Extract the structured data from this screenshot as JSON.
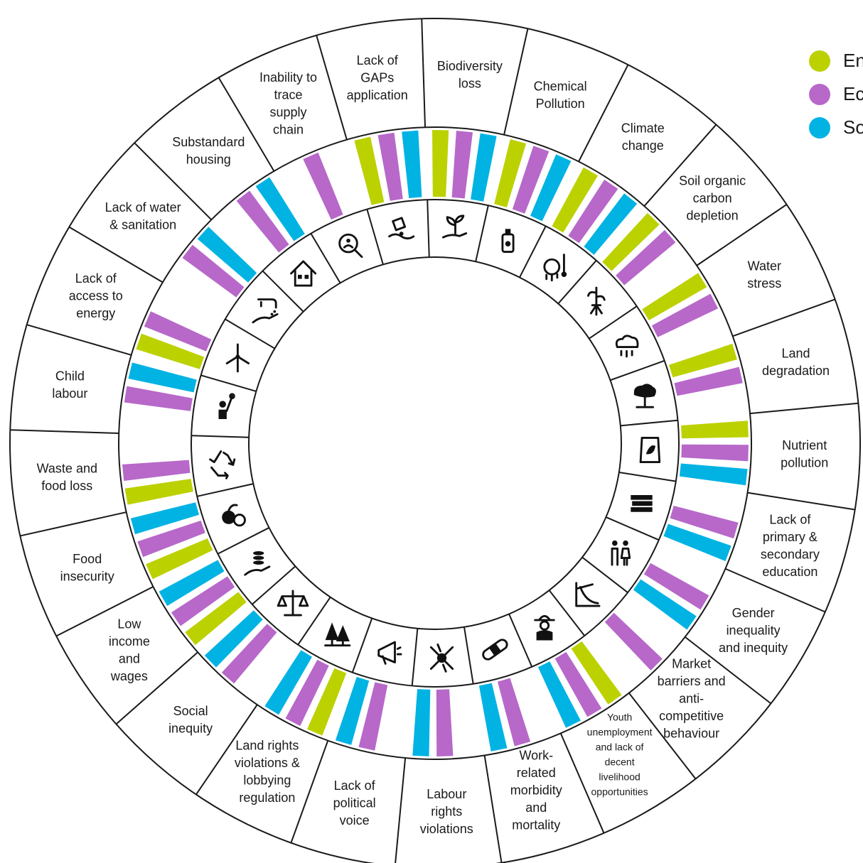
{
  "legend": [
    {
      "label": "En",
      "color": "#bcd100"
    },
    {
      "label": "Ec",
      "color": "#b768c9"
    },
    {
      "label": "So",
      "color": "#00b3e3"
    }
  ],
  "segments": [
    {
      "lines": [
        "Lack of",
        "GAPs",
        "application"
      ],
      "icon": "soil-sampling-icon",
      "bars": [
        "en",
        "ec",
        "so"
      ]
    },
    {
      "lines": [
        "Biodiversity",
        "loss"
      ],
      "icon": "sprout-in-hand-icon",
      "bars": [
        "en",
        "ec",
        "so"
      ]
    },
    {
      "lines": [
        "Chemical",
        "Pollution"
      ],
      "icon": "pesticide-spray-icon",
      "bars": [
        "en",
        "ec",
        "so"
      ]
    },
    {
      "lines": [
        "Climate",
        "change"
      ],
      "icon": "melting-globe-thermometer-icon",
      "bars": [
        "en",
        "ec",
        "so"
      ]
    },
    {
      "lines": [
        "Soil organic",
        "carbon",
        "depletion"
      ],
      "icon": "plant-roots-icon",
      "bars": [
        "en",
        "ec",
        ""
      ]
    },
    {
      "lines": [
        "Water",
        "stress"
      ],
      "icon": "rain-cloud-icon",
      "bars": [
        "en",
        "ec",
        ""
      ]
    },
    {
      "lines": [
        "Land",
        "degradation"
      ],
      "icon": "dead-tree-icon",
      "bars": [
        "en",
        "ec",
        ""
      ]
    },
    {
      "lines": [
        "Nutrient",
        "pollution"
      ],
      "icon": "fertilizer-bag-icon",
      "bars": [
        "en",
        "ec",
        "so"
      ]
    },
    {
      "lines": [
        "Lack of",
        "primary &",
        "secondary",
        "education"
      ],
      "icon": "books-icon",
      "bars": [
        "",
        "ec",
        "so"
      ]
    },
    {
      "lines": [
        "Gender",
        "inequality",
        "and inequity"
      ],
      "icon": "man-woman-icon",
      "bars": [
        "",
        "ec",
        "so"
      ]
    },
    {
      "lines": [
        "Market",
        "barriers and",
        "anti-",
        "competitive",
        "behaviour"
      ],
      "icon": "declining-chart-icon",
      "bars": [
        "",
        "ec",
        ""
      ]
    },
    {
      "lines": [
        "Youth",
        "unemployment",
        "and lack of",
        "decent",
        "livelihood",
        "opportunities"
      ],
      "icon": "farmer-icon",
      "bars": [
        "en",
        "ec",
        "so"
      ]
    },
    {
      "lines": [
        "Work-",
        "related",
        "morbidity",
        "and",
        "mortality"
      ],
      "icon": "bandage-icon",
      "bars": [
        "",
        "ec",
        "so"
      ]
    },
    {
      "lines": [
        "Labour",
        "rights",
        "violations"
      ],
      "icon": "broken-chain-icon",
      "bars": [
        "",
        "ec",
        "so"
      ]
    },
    {
      "lines": [
        "Lack of",
        "political",
        "voice"
      ],
      "icon": "megaphone-icon",
      "bars": [
        "",
        "ec",
        "so"
      ]
    },
    {
      "lines": [
        "Land rights",
        "violations &",
        "lobbying",
        "regulation"
      ],
      "icon": "forest-icon",
      "bars": [
        "en",
        "ec",
        "so"
      ]
    },
    {
      "lines": [
        "Social",
        "inequity"
      ],
      "icon": "justice-scale-icon",
      "bars": [
        "",
        "ec",
        "so"
      ]
    },
    {
      "lines": [
        "Low",
        "income",
        "and",
        "wages"
      ],
      "icon": "coins-in-hand-icon",
      "bars": [
        "en",
        "ec",
        "so"
      ]
    },
    {
      "lines": [
        "Food",
        "insecurity"
      ],
      "icon": "produce-icon",
      "bars": [
        "en",
        "ec",
        "so"
      ]
    },
    {
      "lines": [
        "Waste and",
        "food loss"
      ],
      "icon": "recycle-icon",
      "bars": [
        "en",
        "ec",
        ""
      ]
    },
    {
      "lines": [
        "Child",
        "labour"
      ],
      "icon": "child-icon",
      "bars": [
        "",
        "ec",
        "so"
      ]
    },
    {
      "lines": [
        "Lack of",
        "access to",
        "energy"
      ],
      "icon": "wind-turbine-icon",
      "bars": [
        "en",
        "ec",
        ""
      ]
    },
    {
      "lines": [
        "Lack of water",
        "& sanitation"
      ],
      "icon": "tap-in-hand-icon",
      "bars": [
        "",
        "ec",
        "so"
      ]
    },
    {
      "lines": [
        "Substandard",
        "housing"
      ],
      "icon": "house-icon",
      "bars": [
        "",
        "ec",
        "so"
      ]
    },
    {
      "lines": [
        "Inability to",
        "trace",
        "supply",
        "chain"
      ],
      "icon": "magnified-network-icon",
      "bars": [
        "",
        "ec",
        ""
      ]
    }
  ]
}
